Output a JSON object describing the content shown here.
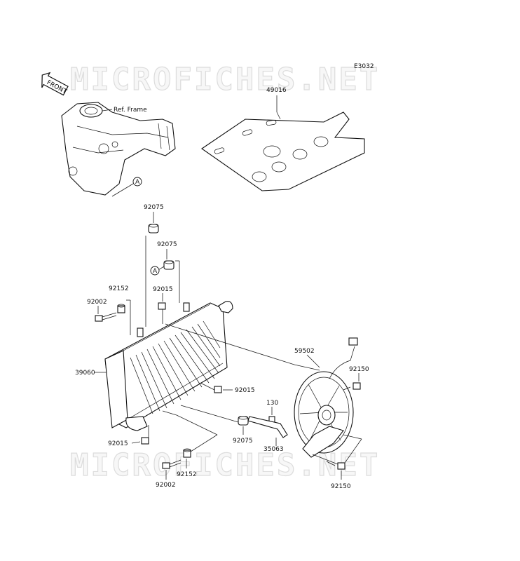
{
  "watermark": "MICROFICHES.NET",
  "diagram_code": "E3032",
  "front_label": "FRONT",
  "ref_frame_label": "Ref. Frame",
  "marker_a": "A",
  "labels": {
    "p49016": "49016",
    "p92075_top": "92075",
    "p92075_mid": "92075",
    "p92152_top": "92152",
    "p92015_top": "92015",
    "p92002_top": "92002",
    "p39060": "39060",
    "p92015_right": "92015",
    "p59502": "59502",
    "p92150_top": "92150",
    "p130": "130",
    "p92075_bottom": "92075",
    "p35063": "35063",
    "p92015_bottom": "92015",
    "p92152_bottom": "92152",
    "p92002_bottom": "92002",
    "p92150_bottom": "92150"
  }
}
